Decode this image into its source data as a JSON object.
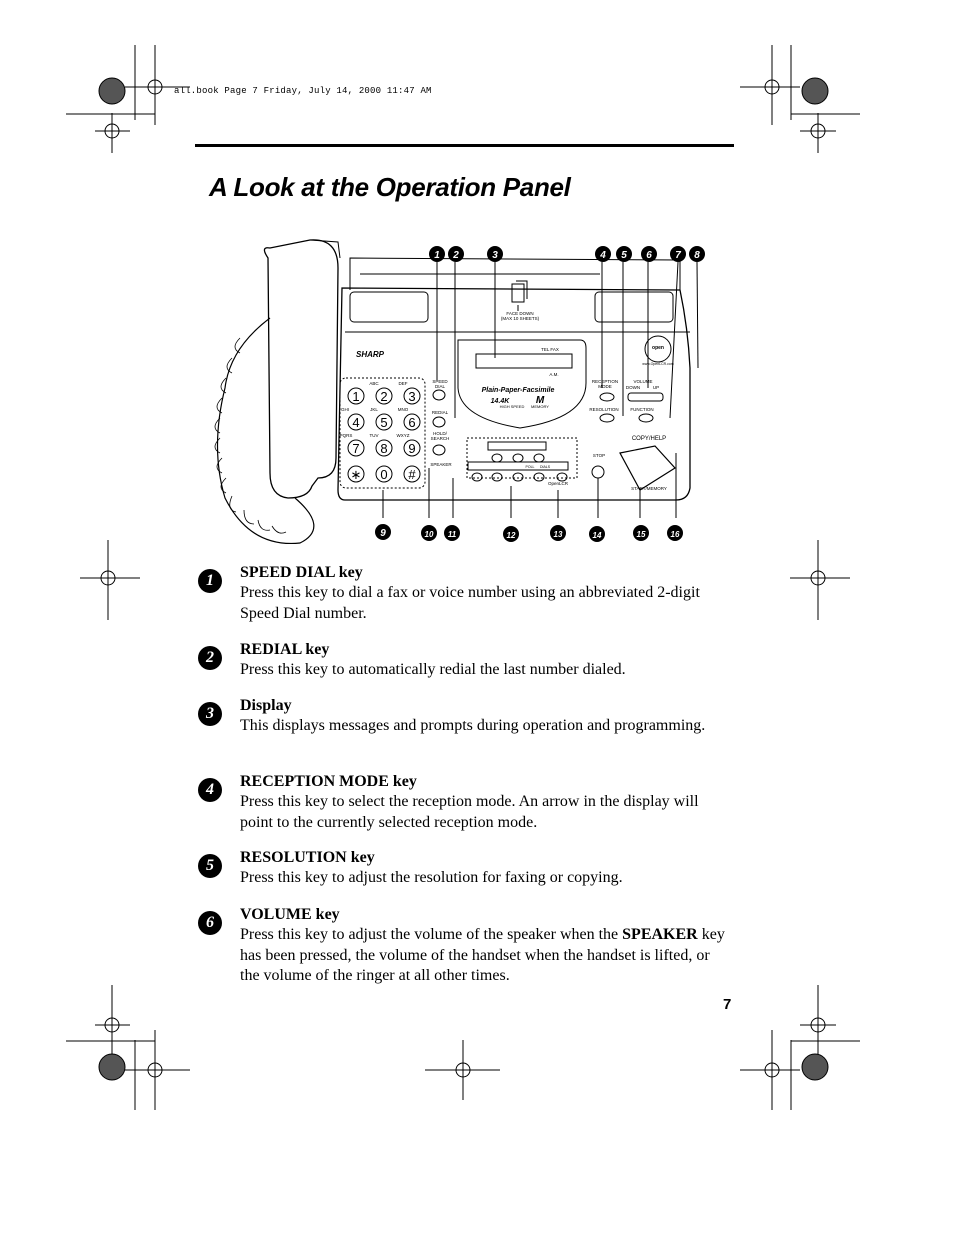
{
  "header": {
    "running_line": "all.book  Page 7  Friday, July 14, 2000  11:47 AM"
  },
  "title": "A Look at the Operation Panel",
  "figure": {
    "callouts": [
      "1",
      "2",
      "3",
      "4",
      "5",
      "6",
      "7",
      "8",
      "9",
      "10",
      "11",
      "12",
      "13",
      "14",
      "15",
      "16"
    ],
    "brand": "SHARP",
    "tray_label_1": "FACE DOWN",
    "tray_label_2": "(MAX 10 SHEETS)",
    "display_tel_fax": "TEL  FAX",
    "display_am": "A.M.",
    "plain_paper": "Plain-Paper-Facsimile",
    "speed_14k": "14.4K",
    "high_speed": "HIGH SPEED",
    "memory_logo": "M",
    "memory": "MEMORY",
    "keypad_letters": [
      "ABC",
      "DEF",
      "GHI",
      "JKL",
      "MNO",
      "PQRS",
      "TUV",
      "WXYZ"
    ],
    "keypad_keys": [
      "1",
      "2",
      "3",
      "4",
      "5",
      "6",
      "7",
      "8",
      "9",
      "∗",
      "0",
      "#"
    ],
    "lbl_speed_dial_1": "SPEED",
    "lbl_speed_dial_2": "DIAL",
    "lbl_redial": "REDIAL",
    "lbl_hold_1": "HOLD/",
    "lbl_hold_2": "SEARCH",
    "lbl_speaker": "SPEAKER",
    "lbl_reception_1": "RECEPTION",
    "lbl_reception_2": "MODE",
    "lbl_volume": "VOLUME",
    "lbl_down": "DOWN",
    "lbl_up": "UP",
    "lbl_resolution": "RESOLUTION",
    "lbl_function": "FUNCTION",
    "lbl_copy_help": "COPY/HELP",
    "lbl_stop": "STOP",
    "lbl_start_memory": "START/MEMORY",
    "lbl_rapid_1": "POLL",
    "lbl_rapid_2": "DIALS",
    "lbl_openlcr": "OpenLCR",
    "lbl_open_logo": "open",
    "lbl_open_url": "www.OpenLCR.com"
  },
  "items": [
    {
      "num": "1",
      "title": "SPEED DIAL key",
      "body": "Press this key to dial a fax or voice number using an abbreviated 2-digit Speed Dial number."
    },
    {
      "num": "2",
      "title": "REDIAL key",
      "body": "Press this key to automatically redial the last number dialed."
    },
    {
      "num": "3",
      "title": "Display",
      "body": "This displays messages and prompts during operation and programming."
    },
    {
      "num": "4",
      "title": "RECEPTION MODE key",
      "body": "Press this key to select the reception mode. An arrow in the display will point to the currently selected reception mode."
    },
    {
      "num": "5",
      "title": "RESOLUTION key",
      "body": "Press this key to adjust the resolution for faxing or copying."
    },
    {
      "num": "6",
      "title": "VOLUME key",
      "body_pre": "Press this key to adjust the volume of the speaker when the ",
      "body_bold": "SPEAKER",
      "body_post": " key has been pressed, the volume of the handset when the handset is lifted, or the volume of the ringer at all other times."
    }
  ],
  "page_number": "7"
}
